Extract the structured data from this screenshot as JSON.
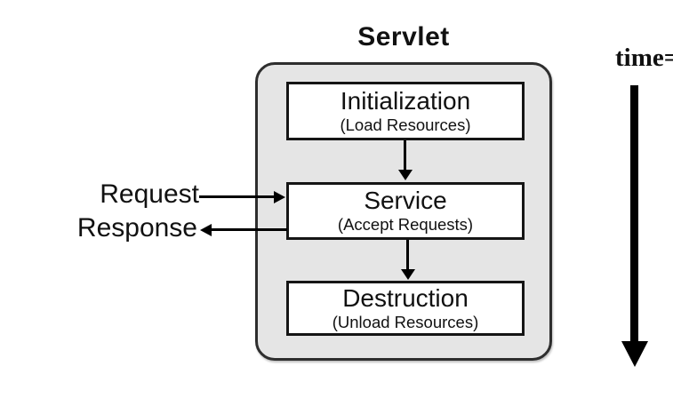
{
  "diagram": {
    "title": "Servlet",
    "stages": [
      {
        "name": "Initialization",
        "detail": "(Load Resources)"
      },
      {
        "name": "Service",
        "detail": "(Accept Requests)"
      },
      {
        "name": "Destruction",
        "detail": "(Unload Resources)"
      }
    ],
    "io": {
      "request_label": "Request",
      "response_label": "Response"
    },
    "time_axis": {
      "label": "time",
      "suffix": "="
    },
    "colors": {
      "background": "#ffffff",
      "container_fill": "#e5e5e5",
      "container_border": "#2e2e2e",
      "box_fill": "#ffffff",
      "box_border": "#151515",
      "arrow": "#000000",
      "text": "#111111"
    }
  }
}
